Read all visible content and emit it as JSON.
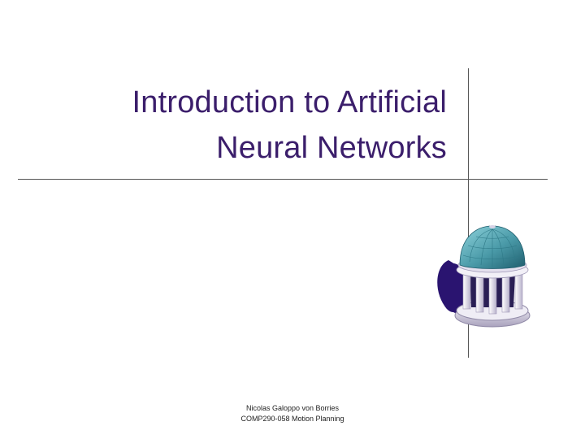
{
  "slide": {
    "title_line1": "Introduction to Artificial",
    "title_line2": "Neural Networks",
    "footer_line1": "Nicolas Galoppo von Borries",
    "footer_line2": "COMP290-058 Motion Planning",
    "logo": "old-well-icon"
  },
  "colors": {
    "title": "#3b1e6b",
    "rule": "#555555",
    "dome": "#4a9aa8",
    "shadow": "#2a1470",
    "column": "#e6e2ee"
  }
}
